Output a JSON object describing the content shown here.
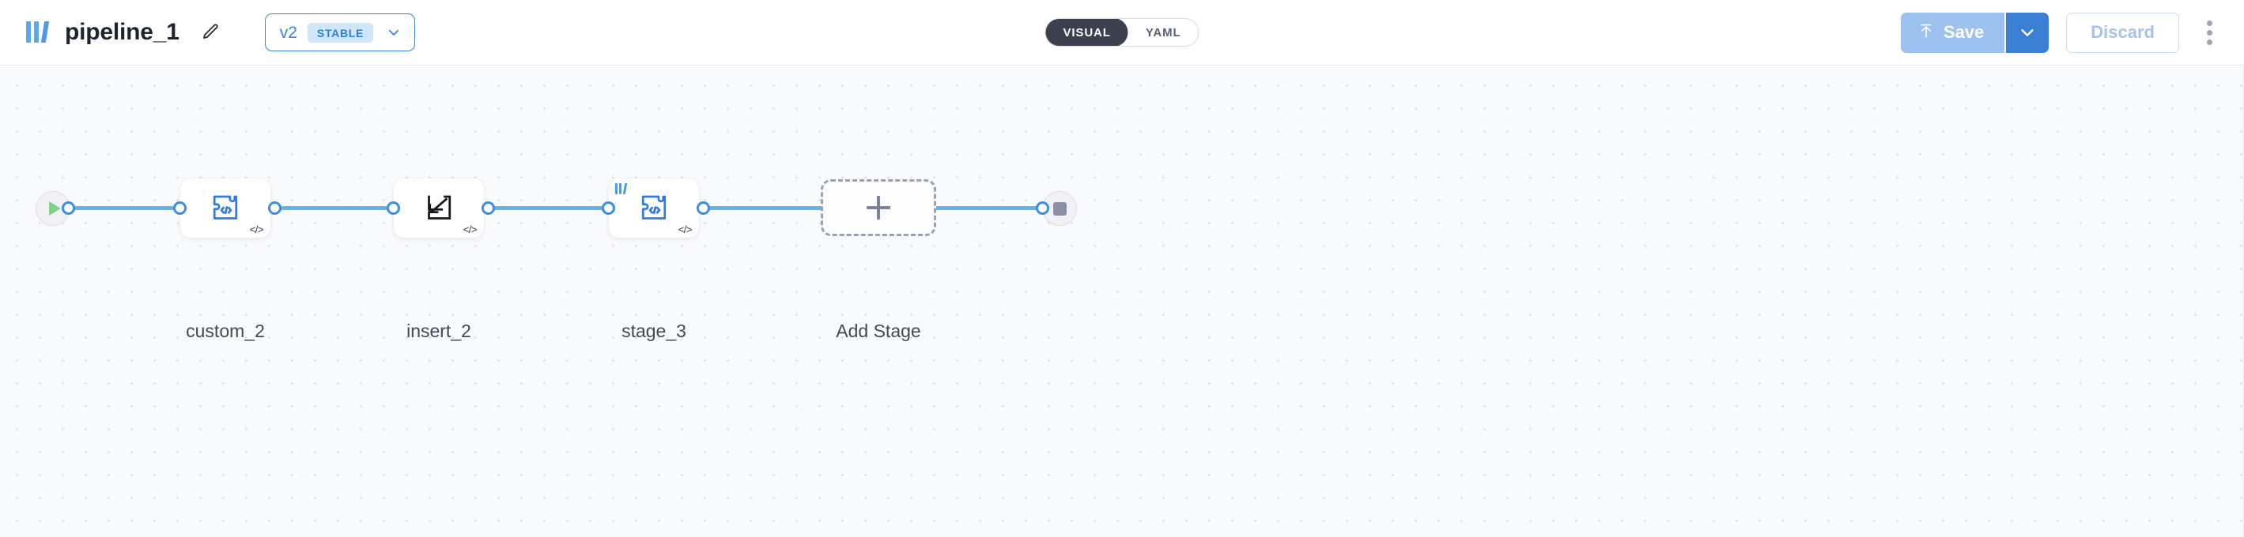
{
  "header": {
    "logo_icon": "stacked-bars-logo",
    "title": "pipeline_1",
    "edit_icon": "pencil-icon",
    "version": {
      "label": "v2",
      "badge": "STABLE",
      "chevron_icon": "chevron-down-icon"
    },
    "mode_toggle": {
      "options": [
        {
          "label": "VISUAL",
          "active": true
        },
        {
          "label": "YAML",
          "active": false
        }
      ]
    },
    "actions": {
      "save_label": "Save",
      "save_icon": "upload-arrow-icon",
      "save_caret_icon": "chevron-down-icon",
      "discard_label": "Discard",
      "menu_icon": "kebab-menu-icon"
    }
  },
  "canvas": {
    "start_node": {
      "name": "start",
      "icon": "play-icon"
    },
    "end_node": {
      "name": "end",
      "icon": "stop-icon"
    },
    "add_stage": {
      "label": "Add Stage",
      "icon": "plus-icon"
    },
    "stages": [
      {
        "label": "custom_2",
        "icon": "puzzle-code-icon",
        "badge": "</>",
        "corner_logo": false
      },
      {
        "label": "insert_2",
        "icon": "insert-arrow-icon",
        "badge": "</>",
        "corner_logo": false
      },
      {
        "label": "stage_3",
        "icon": "puzzle-code-icon",
        "badge": "</>",
        "corner_logo": true
      }
    ]
  },
  "colors": {
    "accent_blue": "#3b82e0",
    "edge_blue": "#62b4ef",
    "logo_blue": "#5aa9f0",
    "badge_bg": "#cfe6fb",
    "toggle_active_bg": "#3c3f4e",
    "save_bg": "#9dc2ef",
    "save_caret_bg": "#3b7fd4",
    "canvas_bg": "#f9fafc"
  }
}
